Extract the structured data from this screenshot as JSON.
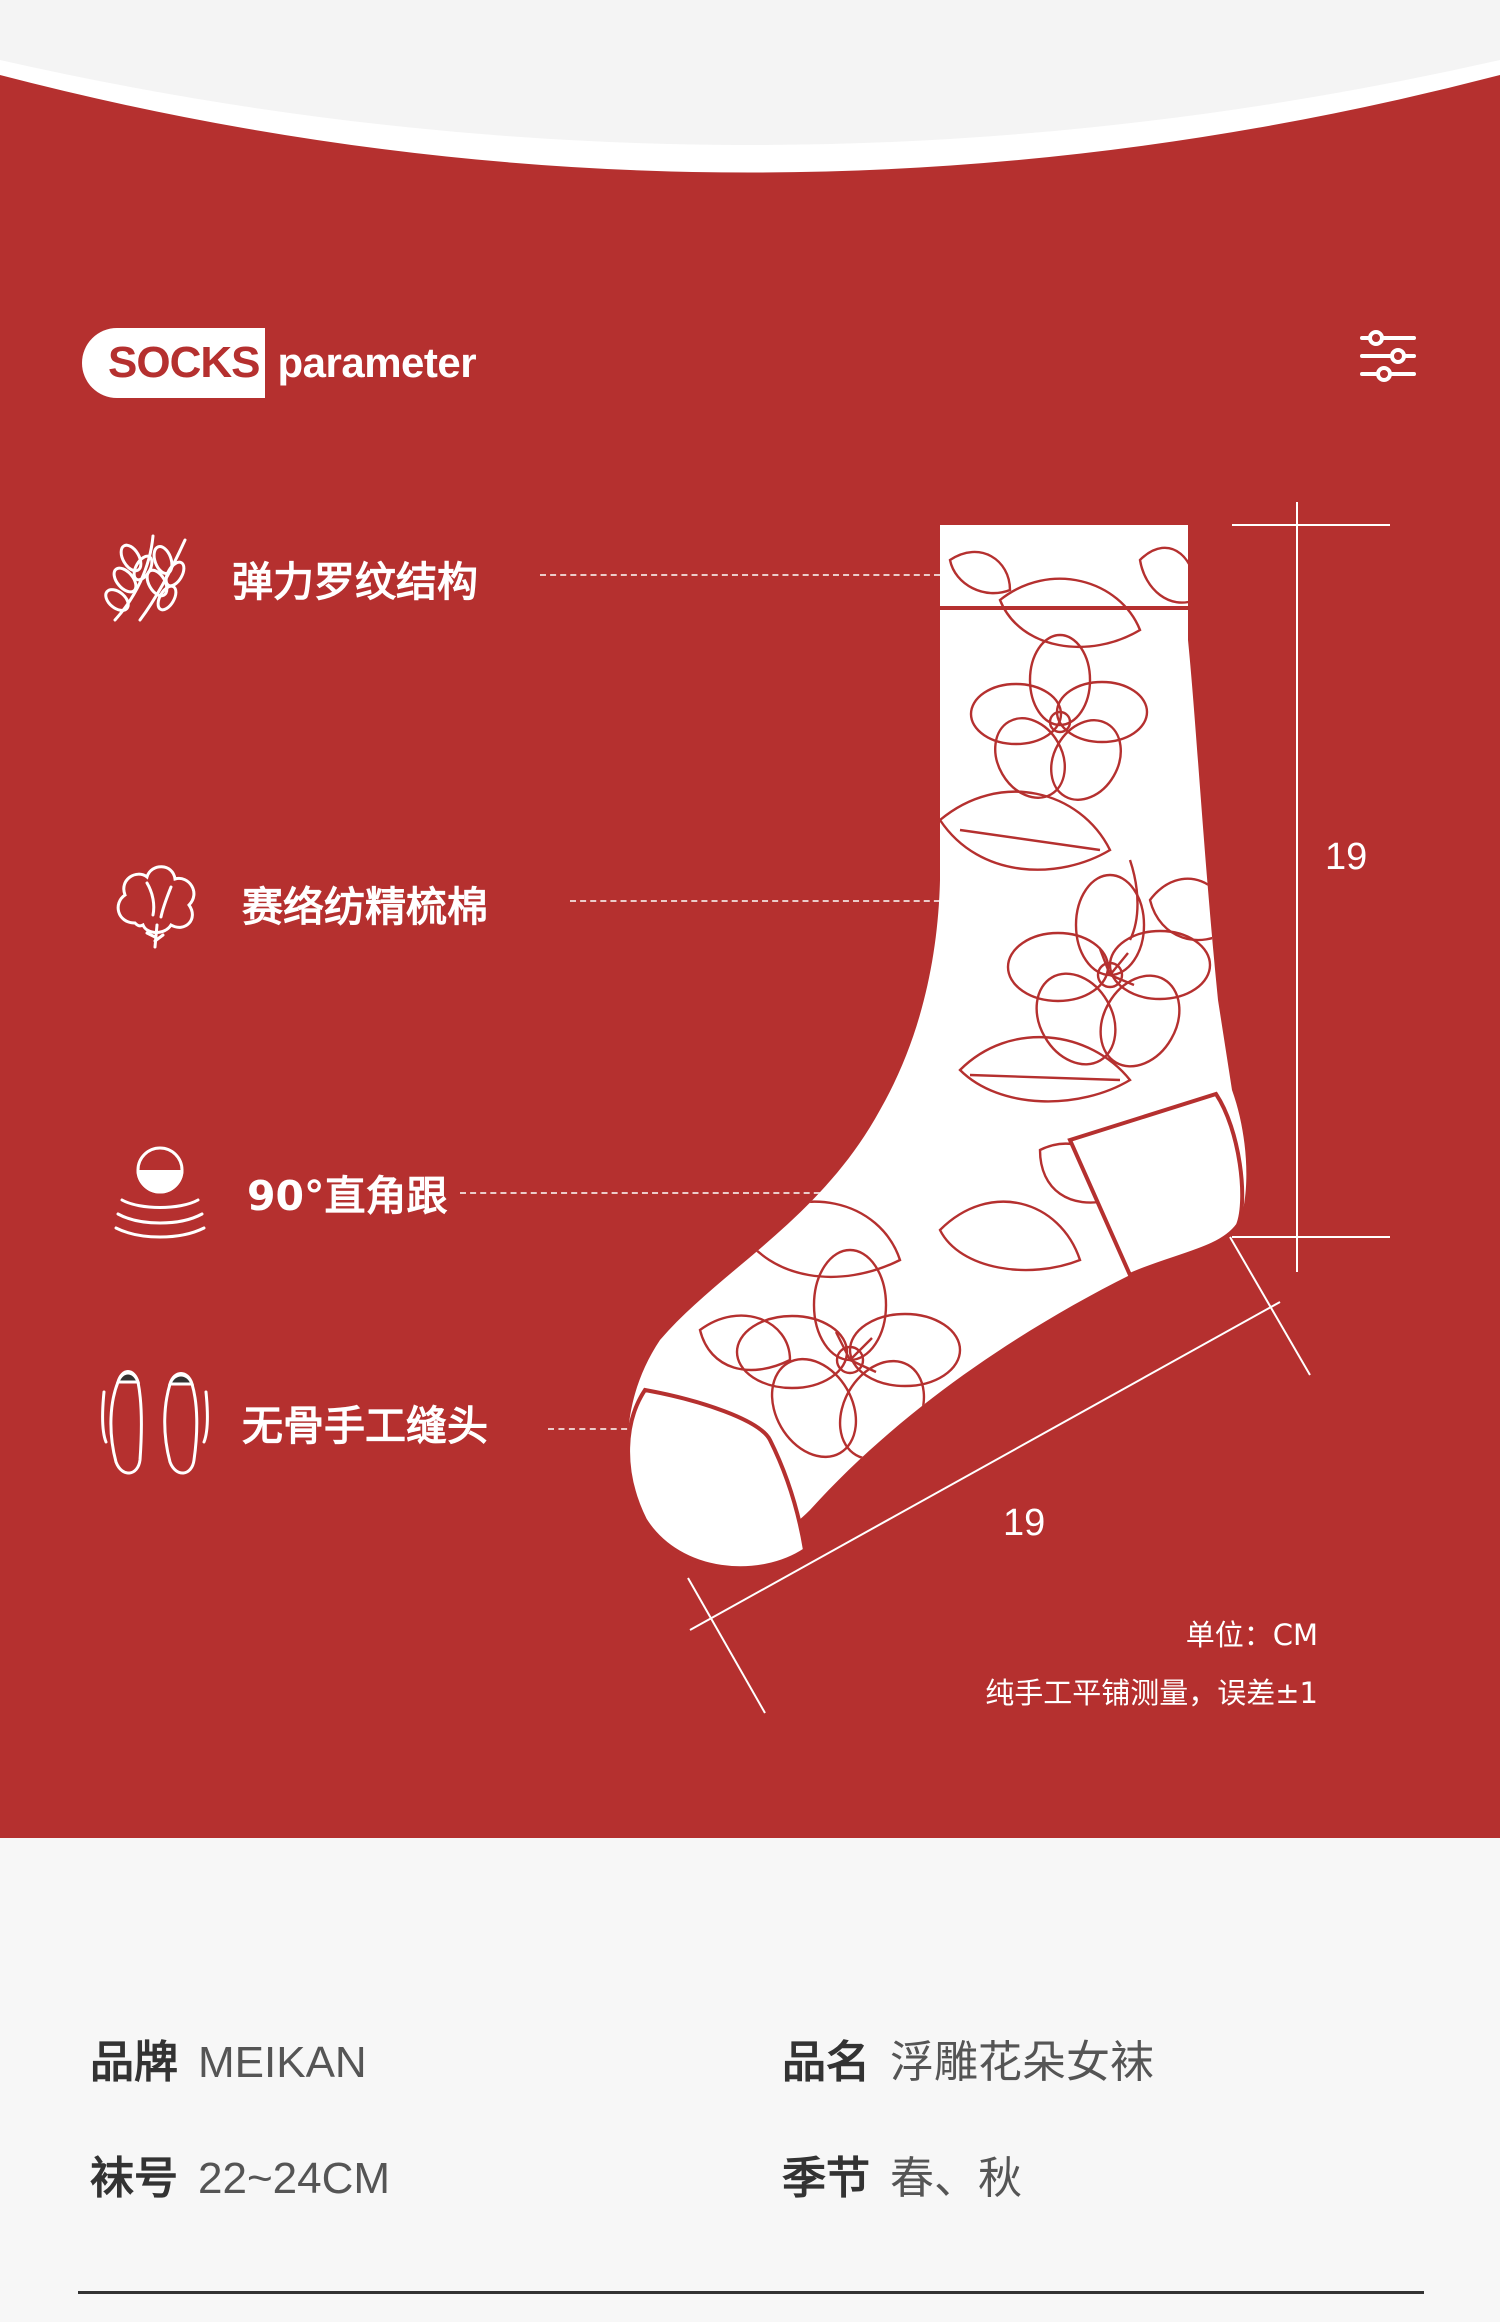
{
  "header": {
    "badge_word": "SOCKS",
    "badge_suffix": "parameter",
    "settings_icon": "sliders-icon"
  },
  "features": [
    {
      "icon": "wheat-icon",
      "label": "弹力罗纹结构"
    },
    {
      "icon": "cotton-icon",
      "label": "赛络纺精梳棉"
    },
    {
      "icon": "heel-icon",
      "label": "90°直角跟"
    },
    {
      "icon": "feet-icon",
      "label": "无骨手工缝头"
    }
  ],
  "dimensions": {
    "height": "19",
    "length": "19"
  },
  "notes": {
    "unit": "单位：CM",
    "measure": "纯手工平铺测量，误差±1"
  },
  "params": {
    "brand_label": "品牌",
    "brand_value": "MEIKAN",
    "name_label": "品名",
    "name_value": "浮雕花朵女袜",
    "size_label": "袜号",
    "size_value": "22~24CM",
    "season_label": "季节",
    "season_value": "春、秋"
  },
  "colors": {
    "brand_red": "#b5302f",
    "background": "#f7f7f7",
    "sock_white": "#ffffff"
  }
}
